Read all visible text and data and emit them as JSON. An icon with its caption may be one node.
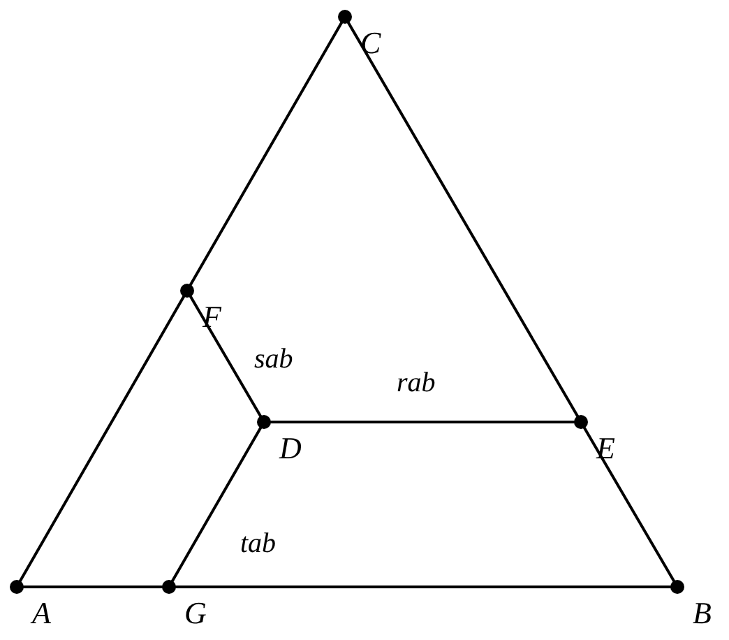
{
  "diagram": {
    "nodes": [
      {
        "text": [
          "C"
        ]
      },
      {
        "text": [
          "F"
        ]
      },
      {
        "text": [
          "D"
        ]
      },
      {
        "text": [
          "E"
        ]
      },
      {
        "text": [
          "A"
        ]
      },
      {
        "text": [
          "G"
        ]
      },
      {
        "text": [
          "B"
        ]
      }
    ],
    "edges": [
      {
        "from": 0,
        "to": 1,
        "arrow": "none"
      },
      {
        "from": 1,
        "to": 4,
        "arrow": "none"
      },
      {
        "from": 4,
        "to": 5,
        "arrow": "none"
      },
      {
        "from": 5,
        "to": 6,
        "arrow": "none"
      },
      {
        "from": 6,
        "to": 3,
        "arrow": "none"
      },
      {
        "from": 3,
        "to": 0,
        "arrow": "none"
      },
      {
        "from": 1,
        "to": 2,
        "arrow": "none"
      },
      {
        "from": 2,
        "to": 3,
        "arrow": "none"
      },
      {
        "from": 2,
        "to": 5,
        "arrow": "none"
      }
    ],
    "labels": [
      "sab",
      "rab",
      "tab"
    ]
  }
}
